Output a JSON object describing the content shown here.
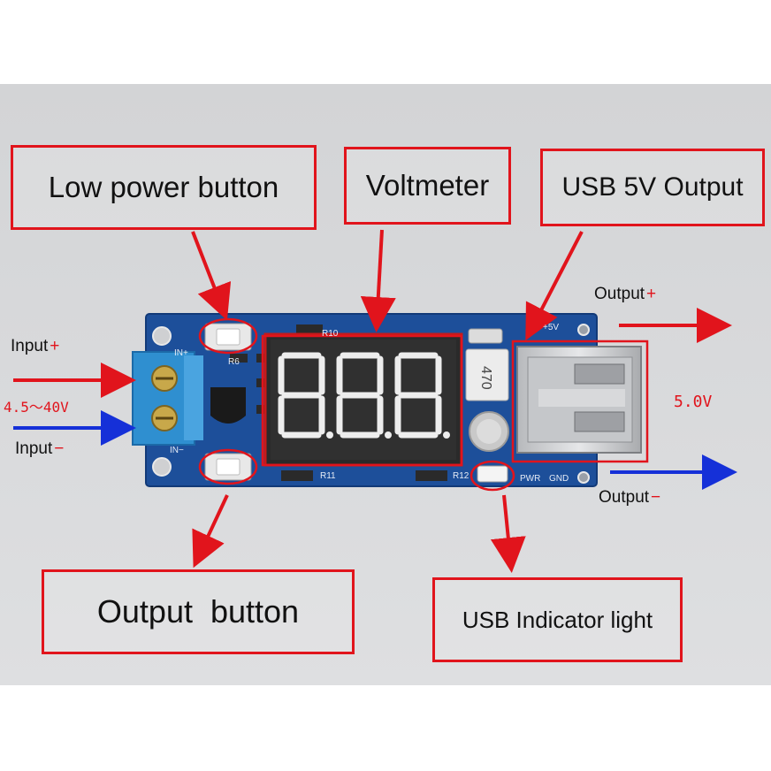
{
  "labels": {
    "low_power_button": "Low power button",
    "voltmeter": "Voltmeter",
    "usb_5v_output": "USB 5V Output",
    "output_button": "Output  button",
    "usb_indicator_light": "USB Indicator light"
  },
  "side_labels": {
    "input_plus": "Input",
    "input_plus_sign": "+",
    "input_range": "4.5～40V",
    "input_minus": "Input",
    "input_minus_sign": "−",
    "output_plus": "Output",
    "output_plus_sign": "+",
    "output_minus": "Output",
    "output_minus_sign": "−",
    "output_voltage": "5.0V"
  },
  "silkscreen": {
    "in_plus": "IN+",
    "in_minus": "IN−",
    "r10": "R10",
    "r11": "R11",
    "r12": "R12",
    "r6": "R6",
    "plus_5v": "+5V",
    "pwr": "PWR",
    "gnd": "GND",
    "inductor": "470",
    "display_digits": "8.8.8."
  },
  "colors": {
    "annotation_red": "#e1141c",
    "arrow_blue": "#1530d8",
    "board_blue": "#1d4f9a",
    "terminal_blue": "#2f8fd0",
    "background_gray": "#d9d9db"
  }
}
